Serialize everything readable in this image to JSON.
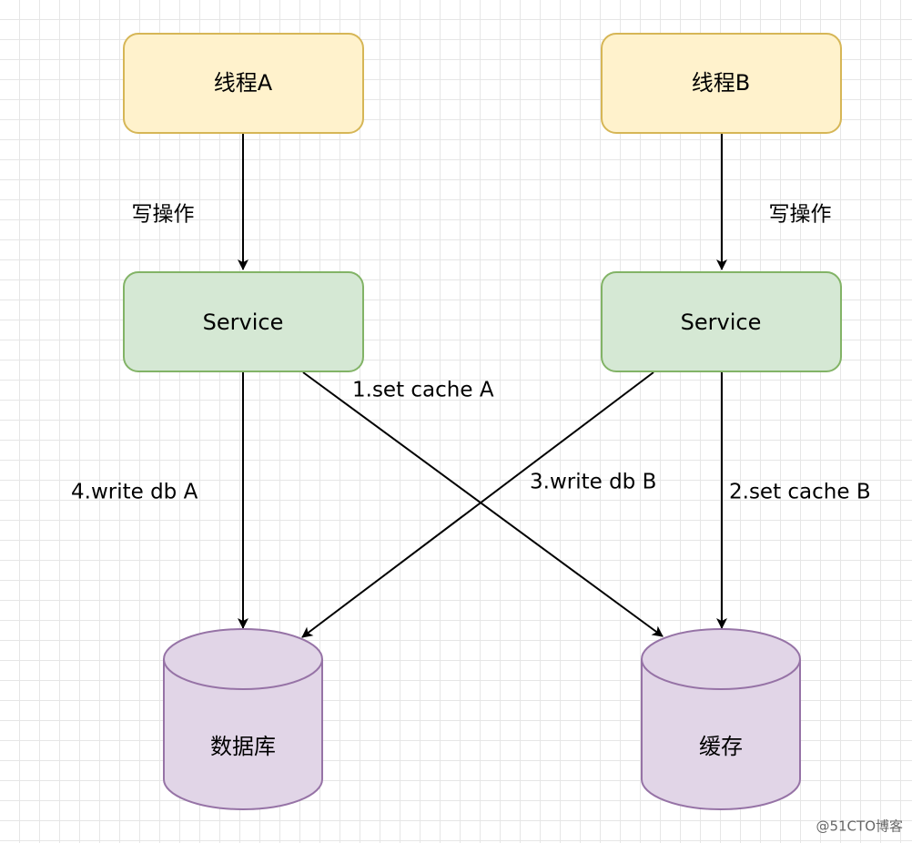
{
  "nodes": {
    "thread_a": {
      "label": "线程A"
    },
    "thread_b": {
      "label": "线程B"
    },
    "service_a": {
      "label": "Service"
    },
    "service_b": {
      "label": "Service"
    },
    "database": {
      "label": "数据库"
    },
    "cache": {
      "label": "缓存"
    }
  },
  "edges": {
    "thread_a_to_service": {
      "label": "写操作"
    },
    "thread_b_to_service": {
      "label": "写操作"
    },
    "set_cache_a": {
      "label": "1.set cache A"
    },
    "set_cache_b": {
      "label": "2.set cache B"
    },
    "write_db_b": {
      "label": "3.write db B"
    },
    "write_db_a": {
      "label": "4.write db A"
    }
  },
  "colors": {
    "thread_fill": "#fff2cc",
    "thread_stroke": "#d6b656",
    "service_fill": "#d5e8d4",
    "service_stroke": "#82b366",
    "storage_fill": "#e1d5e7",
    "storage_stroke": "#9673a6",
    "edge": "#000000"
  },
  "watermark": "@51CTO博客"
}
